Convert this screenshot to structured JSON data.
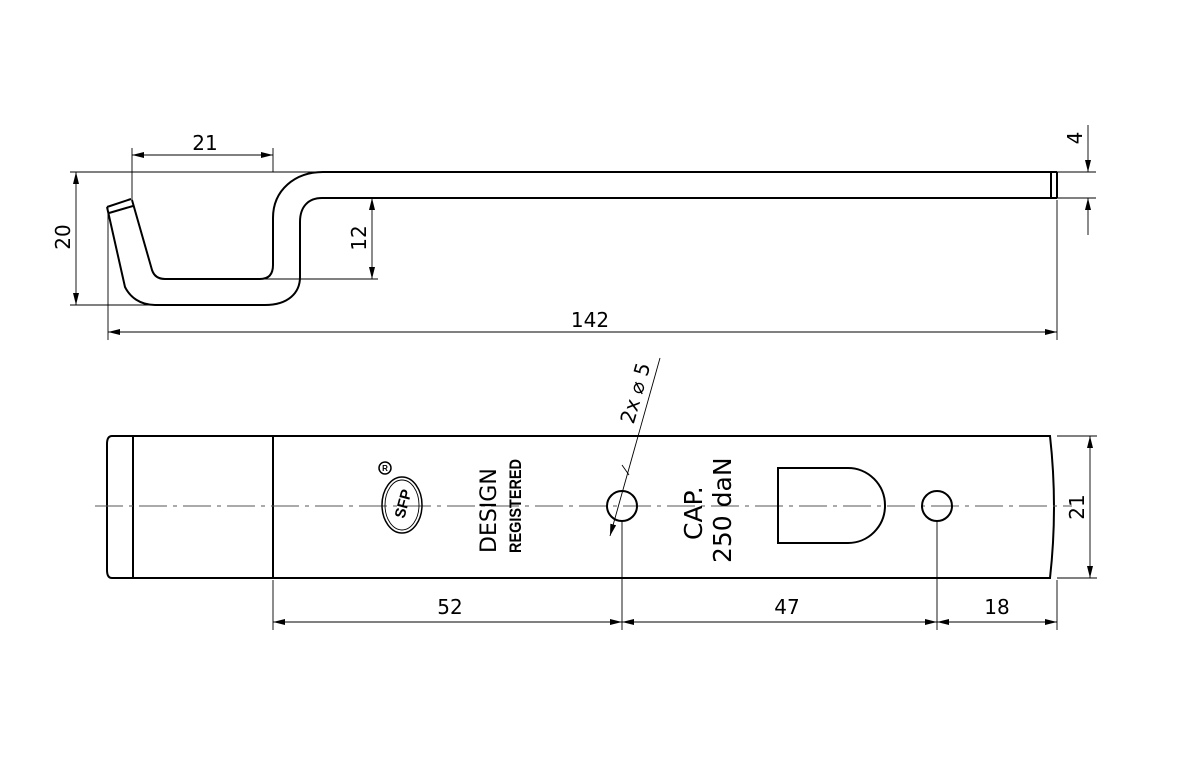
{
  "side_view": {
    "dimensions": {
      "hook_width": "21",
      "hook_height": "20",
      "hook_depth": "12",
      "thickness": "4",
      "overall_length": "142"
    }
  },
  "top_view": {
    "dimensions": {
      "width": "21",
      "to_first_hole": "52",
      "hole_spacing": "47",
      "hole_to_end": "18",
      "hole_callout": "2x ⌀ 5"
    },
    "markings": {
      "logo_text": "SFP",
      "registered_symbol": "R",
      "design_line1": "DESIGN",
      "design_line2": "REGISTERED",
      "cap_line1": "CAP.",
      "cap_line2": "250 daN"
    }
  }
}
